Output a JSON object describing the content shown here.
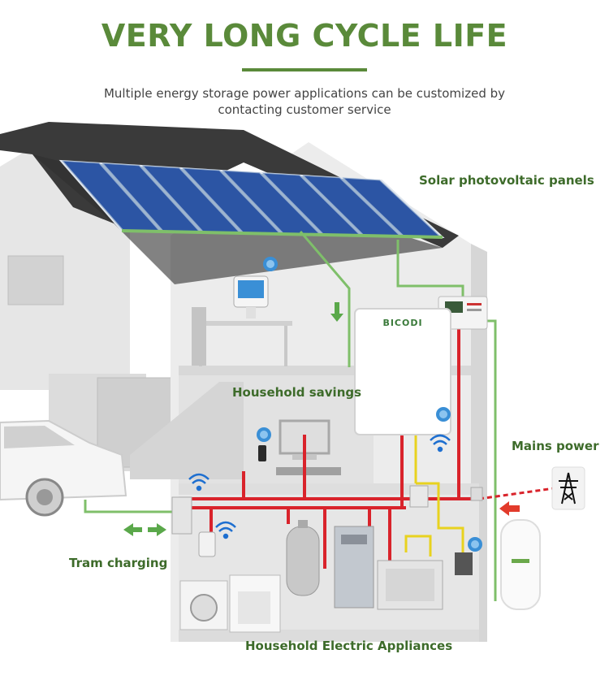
{
  "header": {
    "title": "VERY LONG CYCLE LIFE",
    "subtitle": "Multiple energy storage power applications can be customized by contacting customer service"
  },
  "labels": {
    "solar": "Solar photovoltaic panels",
    "savings": "Household savings",
    "mains": "Mains power",
    "tram": "Tram charging",
    "appliances": "Household Electric Appliances"
  },
  "battery_brand": "BICODI",
  "colors": {
    "title": "#5a8a3a",
    "label": "#3d6b2a",
    "rule": "#5a8a3a",
    "power_line": "#d9232b",
    "signal_line": "#e8d21f",
    "solar_line": "#7fbf6a"
  }
}
